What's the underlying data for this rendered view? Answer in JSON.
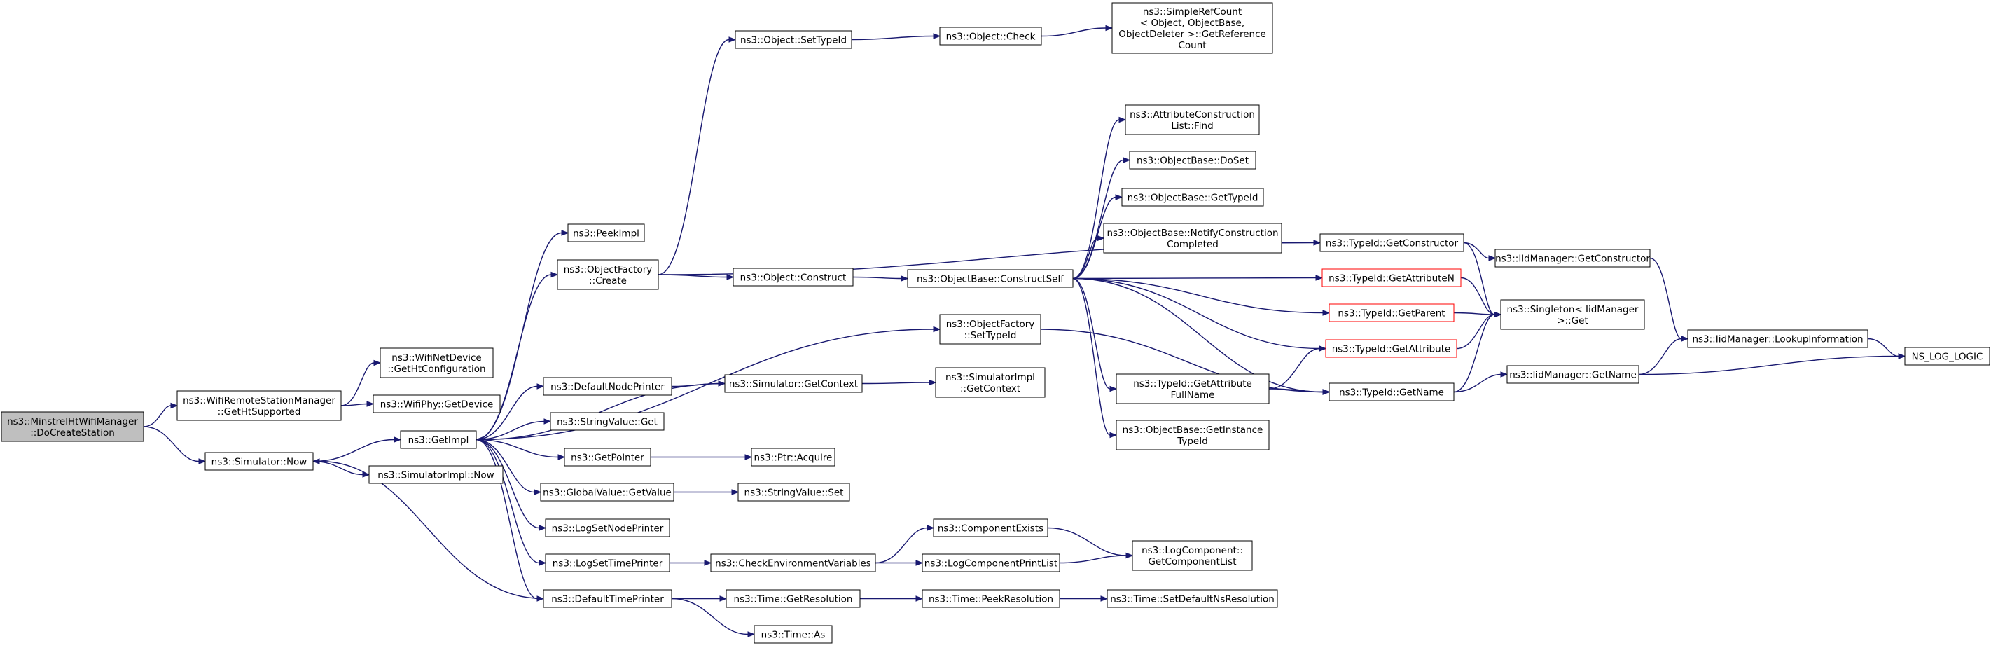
{
  "colors": {
    "edge": "#191970",
    "root_fill": "#bfbfbf",
    "node_border": "#000000",
    "incomplete_border": "#ff0000"
  },
  "nodes": {
    "root": [
      "ns3::MinstrelHtWifiManager",
      "::DoCreateStation"
    ],
    "getHtSupported": [
      "ns3::WifiRemoteStationManager",
      "::GetHtSupported"
    ],
    "simNow": [
      "ns3::Simulator::Now"
    ],
    "getHtConfig": [
      "ns3::WifiNetDevice",
      "::GetHtConfiguration"
    ],
    "getDevice": [
      "ns3::WifiPhy::GetDevice"
    ],
    "getImpl": [
      "ns3::GetImpl"
    ],
    "simImplNow": [
      "ns3::SimulatorImpl::Now"
    ],
    "peekImpl": [
      "ns3::PeekImpl"
    ],
    "ofCreate": [
      "ns3::ObjectFactory",
      "::Create"
    ],
    "defNodePrinter": [
      "ns3::DefaultNodePrinter"
    ],
    "strValGet": [
      "ns3::StringValue::Get"
    ],
    "getPointer": [
      "ns3::GetPointer"
    ],
    "gvGetValue": [
      "ns3::GlobalValue::GetValue"
    ],
    "logSetNodePrinter": [
      "ns3::LogSetNodePrinter"
    ],
    "logSetTimePrinter": [
      "ns3::LogSetTimePrinter"
    ],
    "defTimePrinter": [
      "ns3::DefaultTimePrinter"
    ],
    "objSetTypeId": [
      "ns3::Object::SetTypeId"
    ],
    "objConstruct": [
      "ns3::Object::Construct"
    ],
    "simGetContext": [
      "ns3::Simulator::GetContext"
    ],
    "ptrAcquire": [
      "ns3::Ptr::Acquire"
    ],
    "strValSet": [
      "ns3::StringValue::Set"
    ],
    "checkEnv": [
      "ns3::CheckEnvironmentVariables"
    ],
    "timeGetRes": [
      "ns3::Time::GetResolution"
    ],
    "timeAs": [
      "ns3::Time::As"
    ],
    "objCheck": [
      "ns3::Object::Check"
    ],
    "ofSetTypeId": [
      "ns3::ObjectFactory",
      "::SetTypeId"
    ],
    "obConstructSelf": [
      "ns3::ObjectBase::ConstructSelf"
    ],
    "simImplGetContext": [
      "ns3::SimulatorImpl",
      "::GetContext"
    ],
    "compExists": [
      "ns3::ComponentExists"
    ],
    "logCompPrintList": [
      "ns3::LogComponentPrintList"
    ],
    "timePeekRes": [
      "ns3::Time::PeekResolution"
    ],
    "simpleRefCount": [
      "ns3::SimpleRefCount",
      "< Object, ObjectBase,",
      "ObjectDeleter >::GetReference",
      "Count"
    ],
    "acListFind": [
      "ns3::AttributeConstruction",
      "List::Find"
    ],
    "obDoSet": [
      "ns3::ObjectBase::DoSet"
    ],
    "obGetTypeId": [
      "ns3::ObjectBase::GetTypeId"
    ],
    "obNotify": [
      "ns3::ObjectBase::NotifyConstruction",
      "Completed"
    ],
    "tidGetAttrFullName": [
      "ns3::TypeId::GetAttribute",
      "FullName"
    ],
    "obGetInstanceTid": [
      "ns3::ObjectBase::GetInstance",
      "TypeId"
    ],
    "lcGetCompList": [
      "ns3::LogComponent::",
      "GetComponentList"
    ],
    "timeSetDefNs": [
      "ns3::Time::SetDefaultNsResolution"
    ],
    "tidGetConstructor": [
      "ns3::TypeId::GetConstructor"
    ],
    "tidGetAttrN": [
      "ns3::TypeId::GetAttributeN"
    ],
    "tidGetParent": [
      "ns3::TypeId::GetParent"
    ],
    "tidGetAttr": [
      "ns3::TypeId::GetAttribute"
    ],
    "tidGetName": [
      "ns3::TypeId::GetName"
    ],
    "iidGetConstructor": [
      "ns3::IidManager::GetConstructor"
    ],
    "singletonGet": [
      "ns3::Singleton< IidManager",
      ">::Get"
    ],
    "iidGetName": [
      "ns3::IidManager::GetName"
    ],
    "iidLookup": [
      "ns3::IidManager::LookupInformation"
    ],
    "nsLogLogic": [
      "NS_LOG_LOGIC"
    ]
  }
}
